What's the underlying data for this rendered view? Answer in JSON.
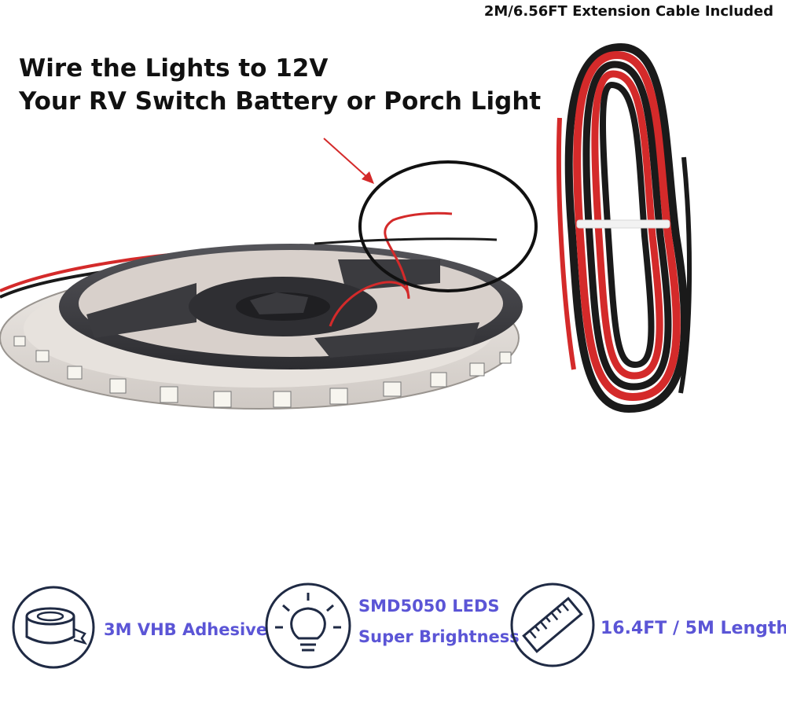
{
  "cable_caption": "2M/6.56FT Extension Cable Included",
  "headline": {
    "line1": "Wire the Lights to 12V",
    "line2": "Your RV Switch Battery or Porch Light"
  },
  "features": [
    {
      "icon": "tape-roll-icon",
      "label": "3M VHB Adhesive"
    },
    {
      "icon": "lightbulb-icon",
      "label_line1": "SMD5050 LEDS",
      "label_line2": "Super Brightness"
    },
    {
      "icon": "ruler-icon",
      "label": "16.4FT / 5M Length"
    }
  ],
  "colors": {
    "feature_text": "#5b55d6",
    "icon_stroke": "#1f2a44",
    "wire_red": "#d42a2a",
    "wire_black": "#1a1a1a",
    "reel": "#3b3b3f"
  }
}
